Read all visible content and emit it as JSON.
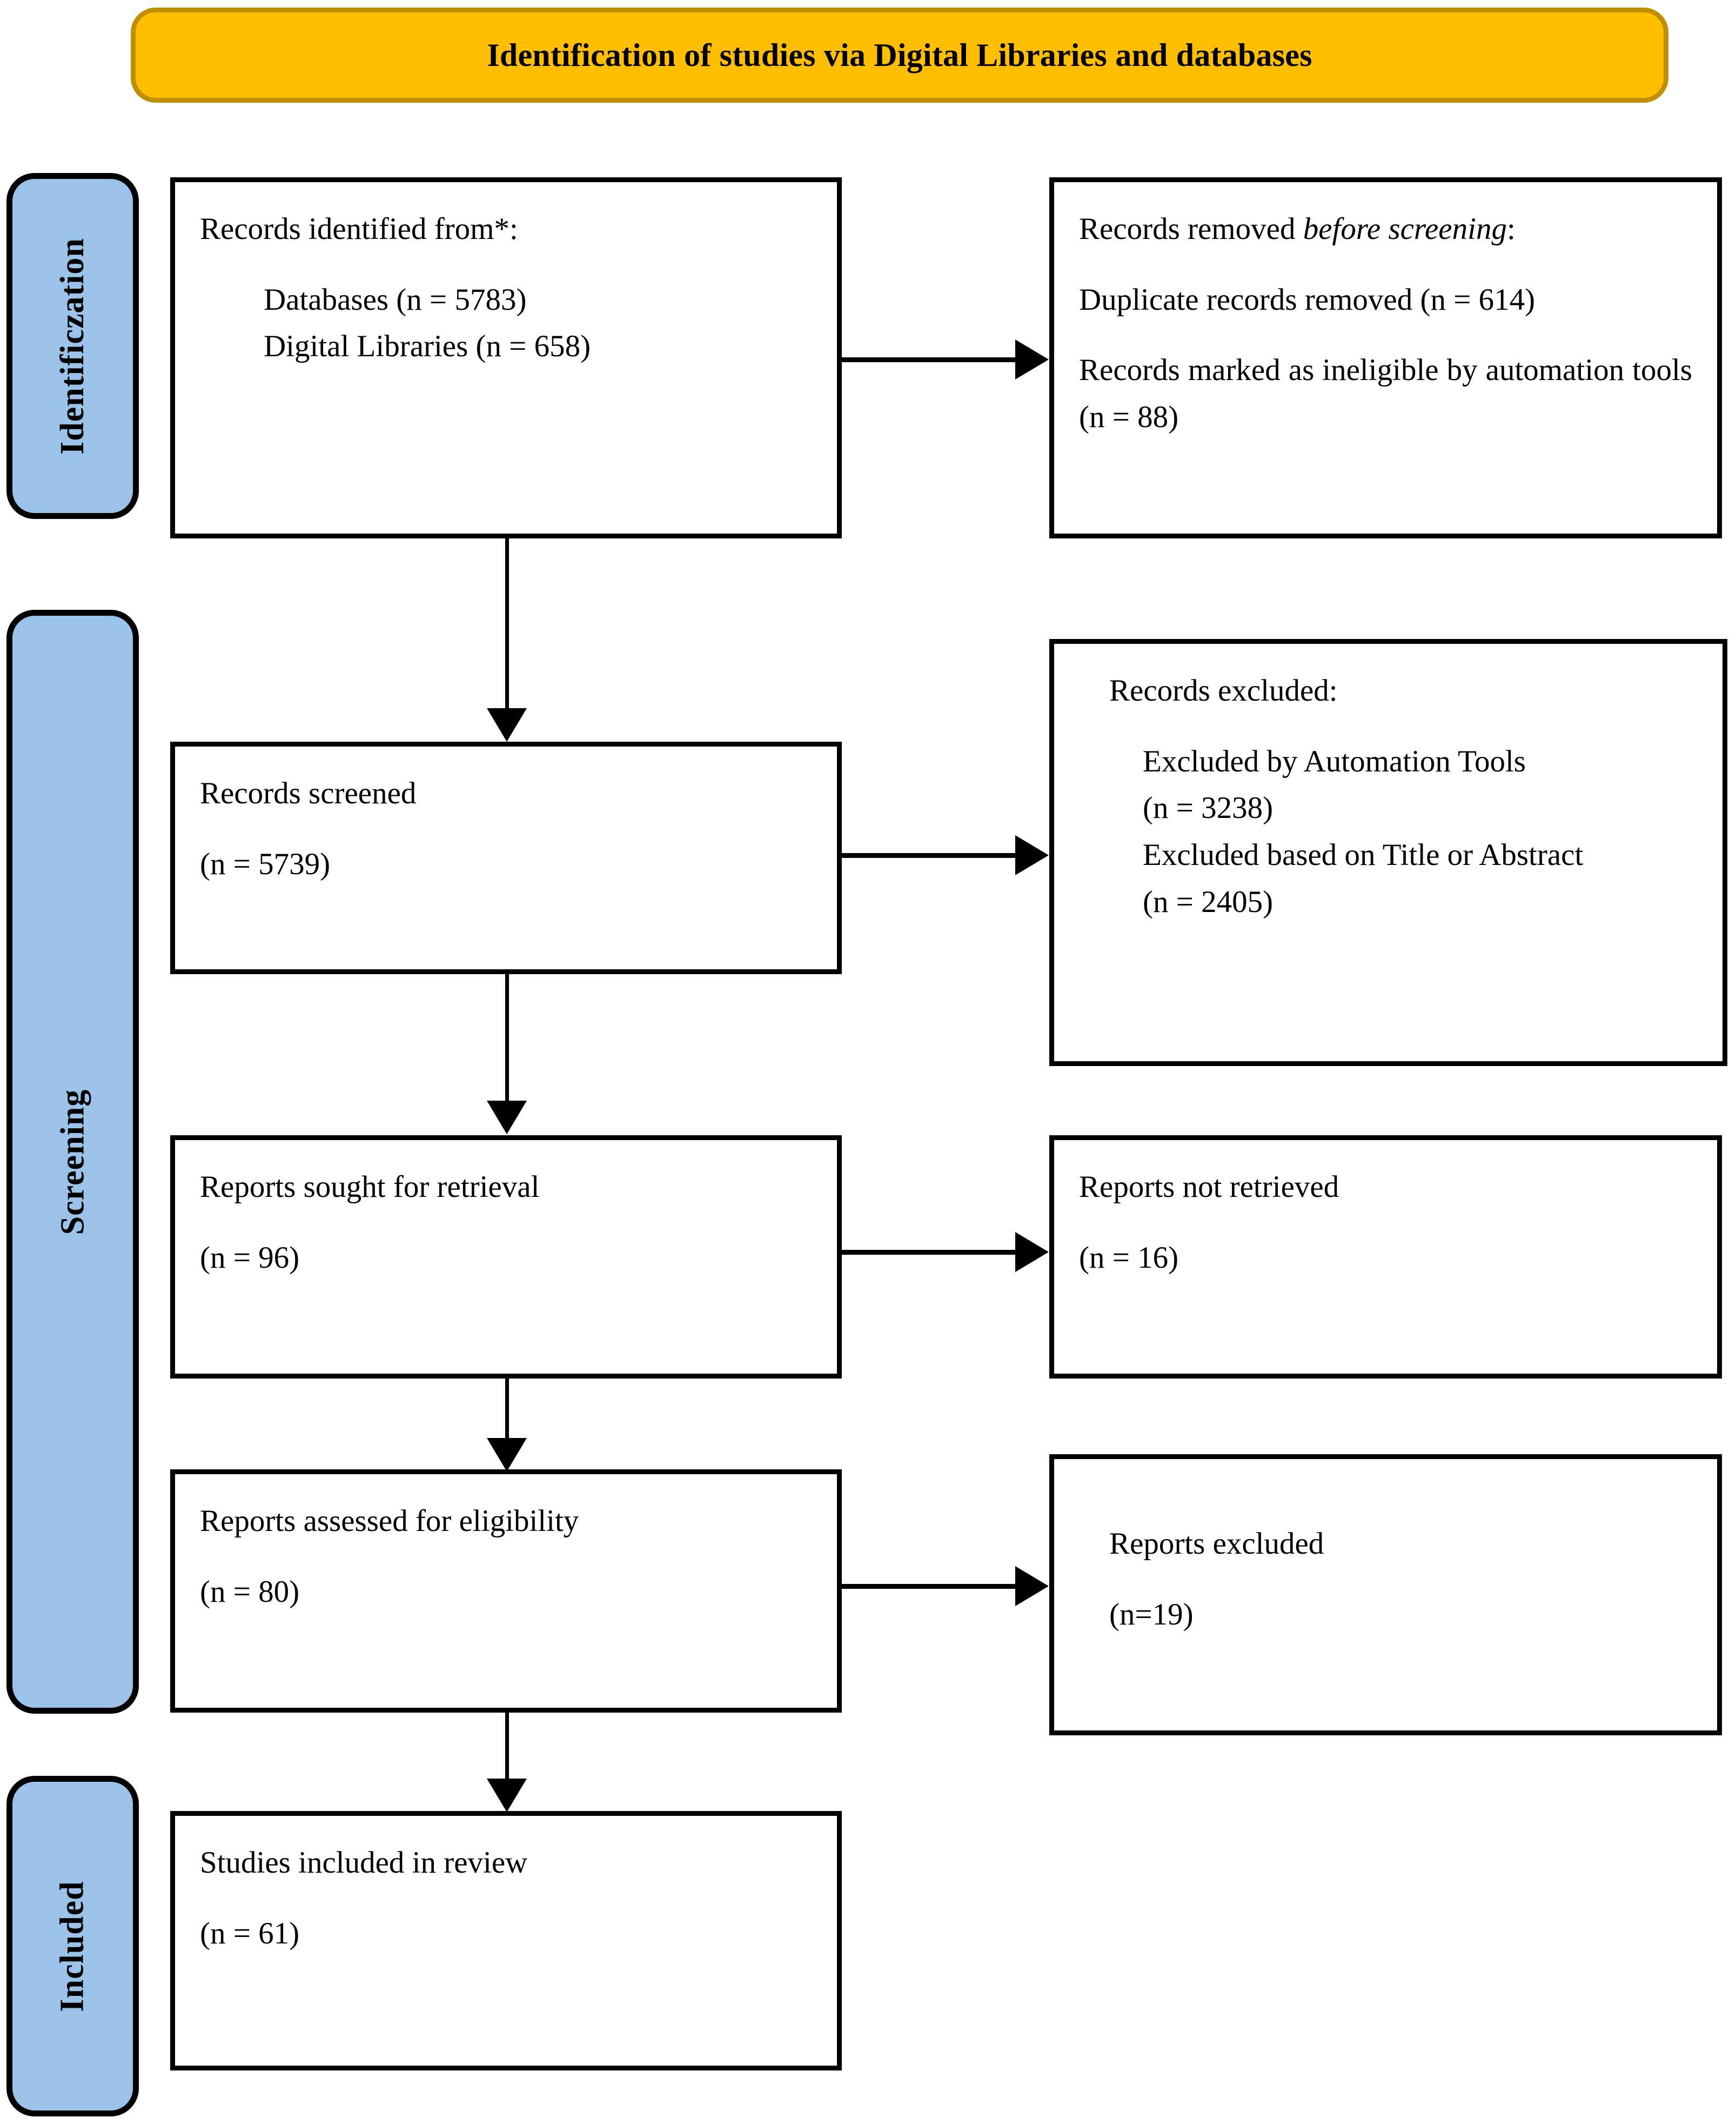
{
  "banner": {
    "title": "Identification of studies via Digital Libraries and databases"
  },
  "rails": [
    {
      "id": "identification",
      "label": "Identificzation"
    },
    {
      "id": "screening",
      "label": "Screening"
    },
    {
      "id": "included",
      "label": "Included"
    }
  ],
  "boxes": {
    "identified": {
      "line1": "Records identified from*:",
      "line2": "Databases (n = 5783)",
      "line3": "Digital Libraries (n = 658)"
    },
    "removed": {
      "line1_pre": "Records removed ",
      "line1_ital": "before screening",
      "line1_post": ":",
      "line2": "Duplicate records removed   (n = 614)",
      "line3": "Records marked as ineligible by automation tools (n = 88)"
    },
    "screened": {
      "line1": "Records screened",
      "line2": "(n = 5739)"
    },
    "excluded": {
      "line1": "Records excluded:",
      "line2": "Excluded by Automation Tools",
      "line3": "(n = 3238)",
      "line4": "Excluded based on Title or Abstract",
      "line5": "(n = 2405)"
    },
    "sought": {
      "line1": "Reports sought for retrieval",
      "line2": "(n = 96)"
    },
    "not_retrieved": {
      "line1": "Reports not retrieved",
      "line2": "(n = 16)"
    },
    "assessed": {
      "line1": "Reports assessed for eligibility",
      "line2": "(n = 80)"
    },
    "reports_excluded": {
      "line1": "Reports excluded",
      "line2": "(n=19)"
    },
    "included": {
      "line1": "Studies included in review",
      "line2": "(n = 61)"
    }
  },
  "colors": {
    "banner_fill": "#FFBF00",
    "banner_border": "#BF8F00",
    "rail_fill": "#9BC2E8",
    "box_border": "#000000",
    "connector": "#000000"
  }
}
